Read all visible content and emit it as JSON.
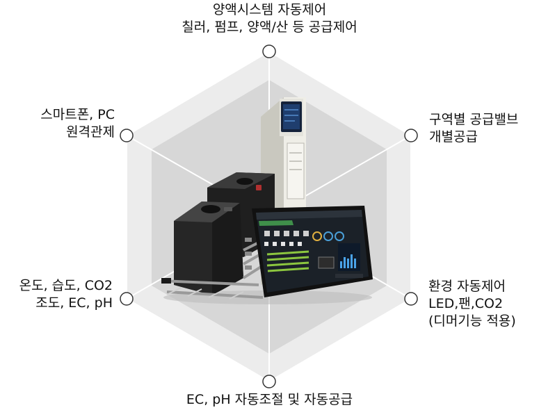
{
  "colors": {
    "outer_hexagon": "#ececec",
    "inner_hexagon": "#d7d7d7",
    "node_stroke": "#333333",
    "node_fill": "#ffffff",
    "equipment_dark": "#2b2b2b",
    "cabinet": "#ecebe4",
    "screen": "#0f1418"
  },
  "features": {
    "top": {
      "lines": [
        "양액시스템 자동제어",
        "칠러, 펌프, 양액/산 등 공급제어"
      ]
    },
    "right_upper": {
      "lines": [
        "구역별 공급밸브",
        "개별공급"
      ]
    },
    "right_lower": {
      "lines": [
        "환경 자동제어",
        "LED,팬,CO2",
        "(디머기능 적용)"
      ]
    },
    "bottom": {
      "lines": [
        "EC, pH 자동조절 및 자동공급"
      ]
    },
    "left_lower": {
      "lines": [
        "온도, 습도, CO2",
        "조도, EC, pH"
      ]
    },
    "left_upper": {
      "lines": [
        "스마트폰, PC",
        "원격관제"
      ]
    }
  },
  "icons": {
    "center_image": "nutrient-system-equipment-icon",
    "tablet": "control-tablet-icon",
    "node": "circle-node-icon"
  }
}
